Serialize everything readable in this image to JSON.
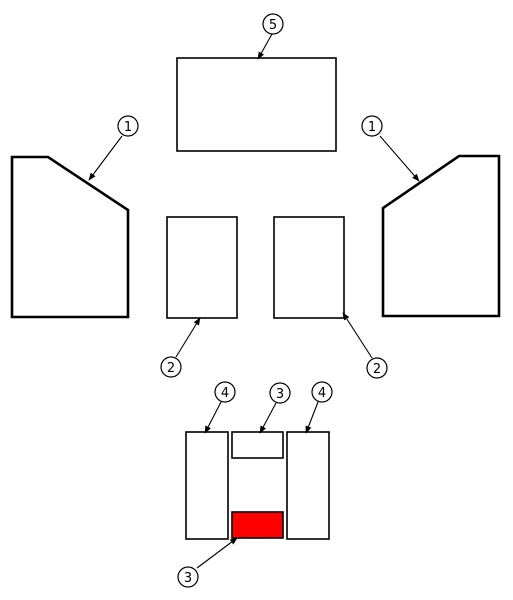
{
  "callouts": [
    {
      "label": "5",
      "part_id": "part-5-top-panel"
    },
    {
      "label": "1",
      "part_id": "part-1-left-side"
    },
    {
      "label": "1",
      "part_id": "part-1-right-side"
    },
    {
      "label": "2",
      "part_id": "part-2-left"
    },
    {
      "label": "2",
      "part_id": "part-2-right"
    },
    {
      "label": "4",
      "part_id": "part-4-left"
    },
    {
      "label": "3",
      "part_id": "part-3-top"
    },
    {
      "label": "4",
      "part_id": "part-4-right"
    },
    {
      "label": "3",
      "part_id": "part-3-bottom"
    }
  ],
  "colors": {
    "outline": "#000000",
    "background": "#ffffff",
    "highlight": "#ff0000"
  },
  "highlighted_part": "part-3-bottom"
}
